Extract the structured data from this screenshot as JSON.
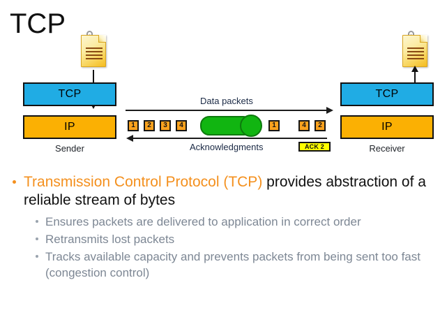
{
  "slide": {
    "title": "TCP"
  },
  "diagram": {
    "sender": {
      "label": "Sender",
      "layers": [
        {
          "name": "TCP",
          "color": "#20ace4"
        },
        {
          "name": "IP",
          "color": "#fbb003"
        }
      ],
      "doc_icon": "document-icon",
      "arrow_direction": "down"
    },
    "receiver": {
      "label": "Receiver",
      "layers": [
        {
          "name": "TCP",
          "color": "#20ace4"
        },
        {
          "name": "IP",
          "color": "#fbb003"
        }
      ],
      "doc_icon": "document-icon",
      "arrow_direction": "up"
    },
    "channels": [
      {
        "label": "Data packets",
        "direction": "right"
      },
      {
        "label": "Acknowledgments",
        "direction": "left"
      }
    ],
    "queued_packets": [
      "1",
      "2",
      "3",
      "4"
    ],
    "in_flight_packet": "1",
    "delivered_packets": [
      "4",
      "2"
    ],
    "ack_badge": "ACK 2",
    "pipe_color": "#11b511",
    "packet_color": "#fba21e",
    "ack_color": "#ffff00"
  },
  "bullets": {
    "main": {
      "highlight": "Transmission Control Protocol (TCP)",
      "rest": " provides abstraction of a reliable stream of bytes"
    },
    "sub": [
      "Ensures packets are delivered to application in correct order",
      "Retransmits lost packets",
      "Tracks available capacity and prevents packets from being sent too fast (congestion control)"
    ]
  },
  "colors": {
    "accent_orange": "#f4901e",
    "tcp_blue": "#20ace4",
    "ip_orange": "#fbb003",
    "sub_text_gray": "#7d8794"
  }
}
